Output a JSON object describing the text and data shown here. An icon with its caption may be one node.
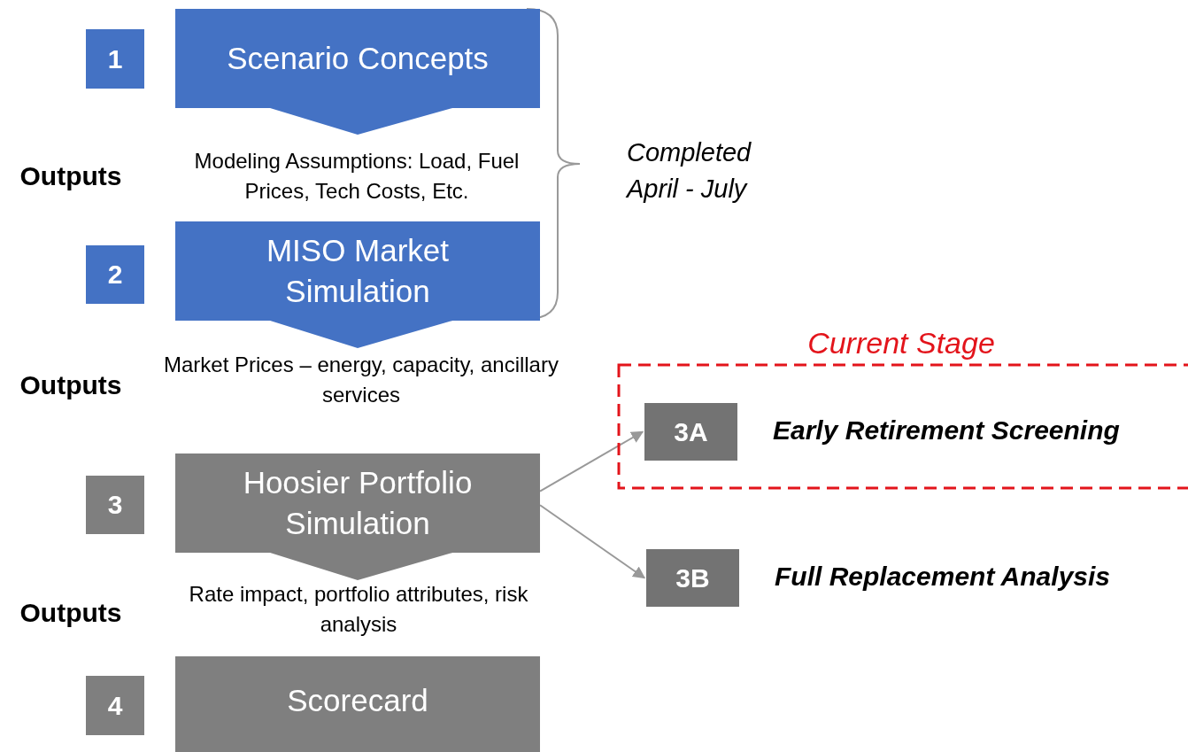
{
  "diagram": {
    "nodes": [
      {
        "text": [
          "1"
        ]
      },
      {
        "text": [
          "Scenario Concepts"
        ]
      },
      {
        "text": [
          "2"
        ]
      },
      {
        "text": [
          "MISO Market Simulation"
        ]
      },
      {
        "text": [
          "3"
        ]
      },
      {
        "text": [
          "Hoosier Portfolio Simulation"
        ]
      },
      {
        "text": [
          "Current Stage"
        ]
      },
      {
        "text": [
          "3A"
        ],
        "in": 6,
        "beside": [
          "Early Retirement Screening"
        ]
      },
      {
        "text": [
          "3B"
        ],
        "beside": [
          "Full Replacement Analysis"
        ]
      },
      {
        "text": [
          "4"
        ]
      },
      {
        "text": [
          "Scorecard"
        ]
      }
    ],
    "edges": [
      {
        "from": 5,
        "to": 7,
        "arrow": "to"
      },
      {
        "from": 5,
        "to": 8,
        "arrow": "to"
      }
    ],
    "labels": [
      "Outputs",
      "Modeling Assumptions: Load, Fuel Prices, Tech Costs, Etc.",
      "Completed April - July",
      "Outputs",
      "Market Prices – energy, capacity, ancillary services",
      "Outputs",
      "Rate impact, portfolio attributes, risk analysis"
    ]
  }
}
